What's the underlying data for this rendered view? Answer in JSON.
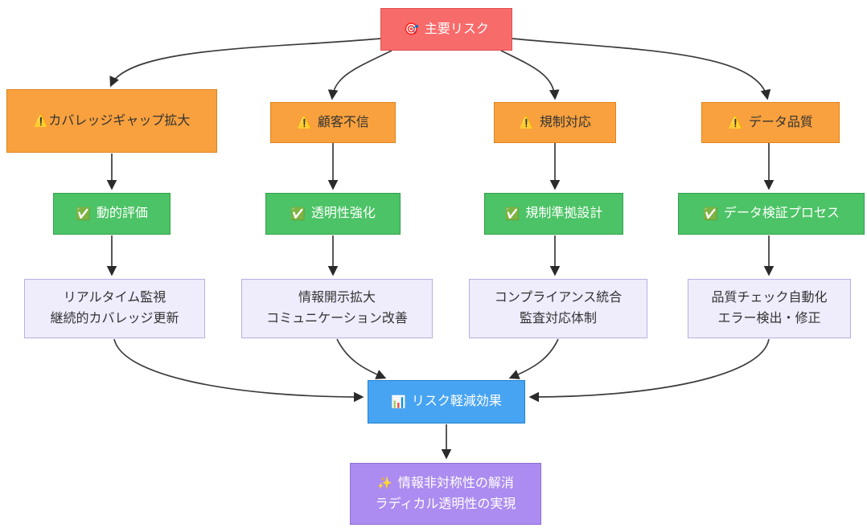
{
  "diagram": {
    "root": {
      "icon": "🎯",
      "label": "主要リスク"
    },
    "columns": [
      {
        "risk": {
          "icon": "⚠️",
          "label": "カバレッジギャップ拡大"
        },
        "action": {
          "icon": "✅",
          "label": "動的評価"
        },
        "detail": {
          "line1": "リアルタイム監視",
          "line2": "継続的カバレッジ更新"
        }
      },
      {
        "risk": {
          "icon": "⚠️",
          "label": "顧客不信"
        },
        "action": {
          "icon": "✅",
          "label": "透明性強化"
        },
        "detail": {
          "line1": "情報開示拡大",
          "line2": "コミュニケーション改善"
        }
      },
      {
        "risk": {
          "icon": "⚠️",
          "label": "規制対応"
        },
        "action": {
          "icon": "✅",
          "label": "規制準拠設計"
        },
        "detail": {
          "line1": "コンプライアンス統合",
          "line2": "監査対応体制"
        }
      },
      {
        "risk": {
          "icon": "⚠️",
          "label": "データ品質"
        },
        "action": {
          "icon": "✅",
          "label": "データ検証プロセス"
        },
        "detail": {
          "line1": "品質チェック自動化",
          "line2": "エラー検出・修正"
        }
      }
    ],
    "effect": {
      "icon": "📊",
      "label": "リスク軽減効果"
    },
    "outcome": {
      "icon": "✨",
      "line1": "情報非対称性の解消",
      "line2": "ラディカル透明性の実現"
    }
  },
  "colors": {
    "red-fill": "#F86B6B",
    "red-border": "#E04F4F",
    "orange-fill": "#F9A13E",
    "orange-border": "#E0821A",
    "green-fill": "#4CC366",
    "green-border": "#33A04C",
    "lav-fill": "#EFECFC",
    "lav-border": "#B9AEE4",
    "blue-fill": "#47A4F2",
    "blue-border": "#2180D0",
    "purple-fill": "#AC8CF0",
    "purple-border": "#8E6CD9",
    "edge": "#3b3b3b"
  }
}
